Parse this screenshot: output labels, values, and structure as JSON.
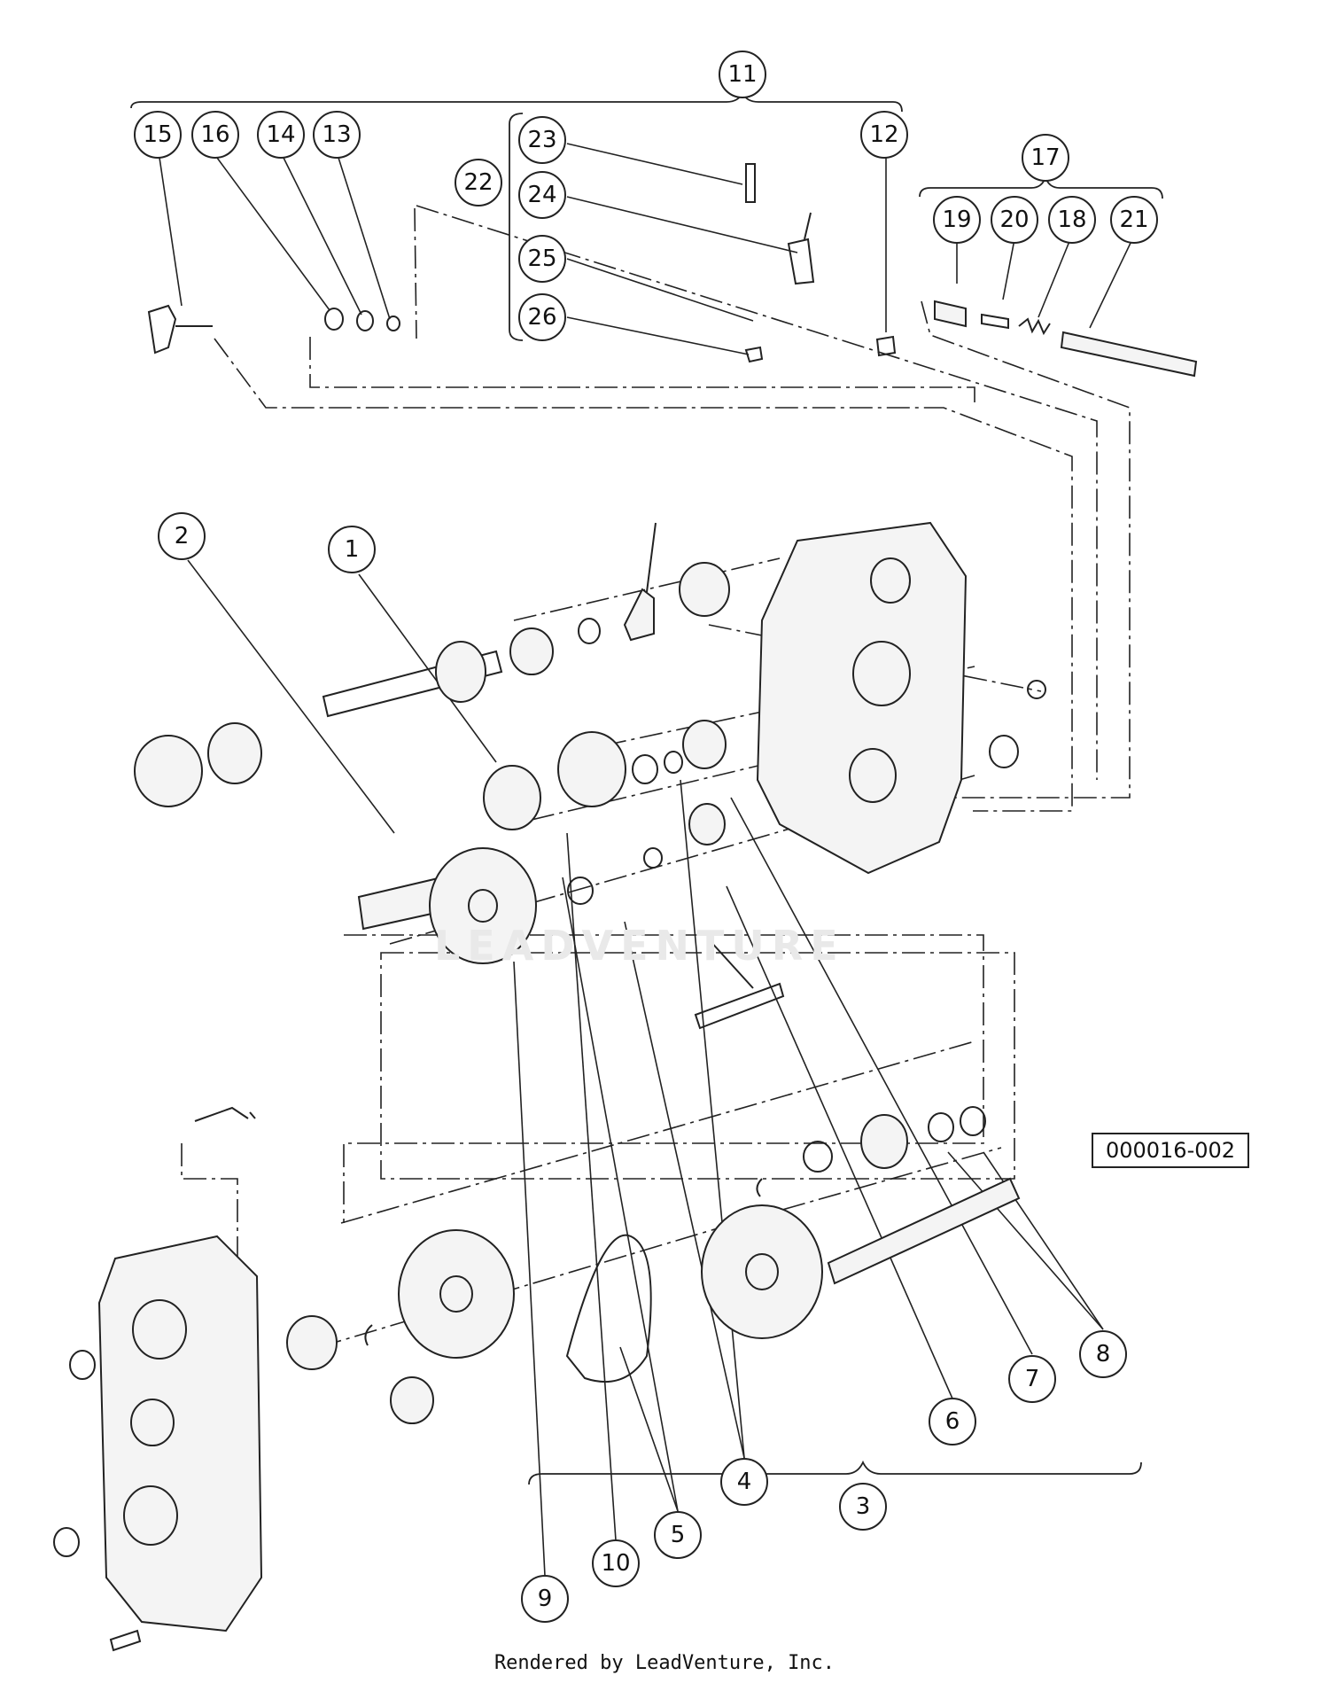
{
  "reference_code": "000016-002",
  "footer_text": "Rendered by LeadVenture, Inc.",
  "watermark_text": "LEADVENTURE",
  "callouts": [
    {
      "id": "c11",
      "label": "11"
    },
    {
      "id": "c15",
      "label": "15"
    },
    {
      "id": "c16",
      "label": "16"
    },
    {
      "id": "c14",
      "label": "14"
    },
    {
      "id": "c13",
      "label": "13"
    },
    {
      "id": "c23",
      "label": "23"
    },
    {
      "id": "c22",
      "label": "22"
    },
    {
      "id": "c24",
      "label": "24"
    },
    {
      "id": "c25",
      "label": "25"
    },
    {
      "id": "c26",
      "label": "26"
    },
    {
      "id": "c12",
      "label": "12"
    },
    {
      "id": "c17",
      "label": "17"
    },
    {
      "id": "c19",
      "label": "19"
    },
    {
      "id": "c20",
      "label": "20"
    },
    {
      "id": "c18",
      "label": "18"
    },
    {
      "id": "c21",
      "label": "21"
    },
    {
      "id": "c2",
      "label": "2"
    },
    {
      "id": "c1",
      "label": "1"
    },
    {
      "id": "c8",
      "label": "8"
    },
    {
      "id": "c7",
      "label": "7"
    },
    {
      "id": "c6",
      "label": "6"
    },
    {
      "id": "c4",
      "label": "4"
    },
    {
      "id": "c3",
      "label": "3"
    },
    {
      "id": "c5",
      "label": "5"
    },
    {
      "id": "c10",
      "label": "10"
    },
    {
      "id": "c9",
      "label": "9"
    }
  ]
}
